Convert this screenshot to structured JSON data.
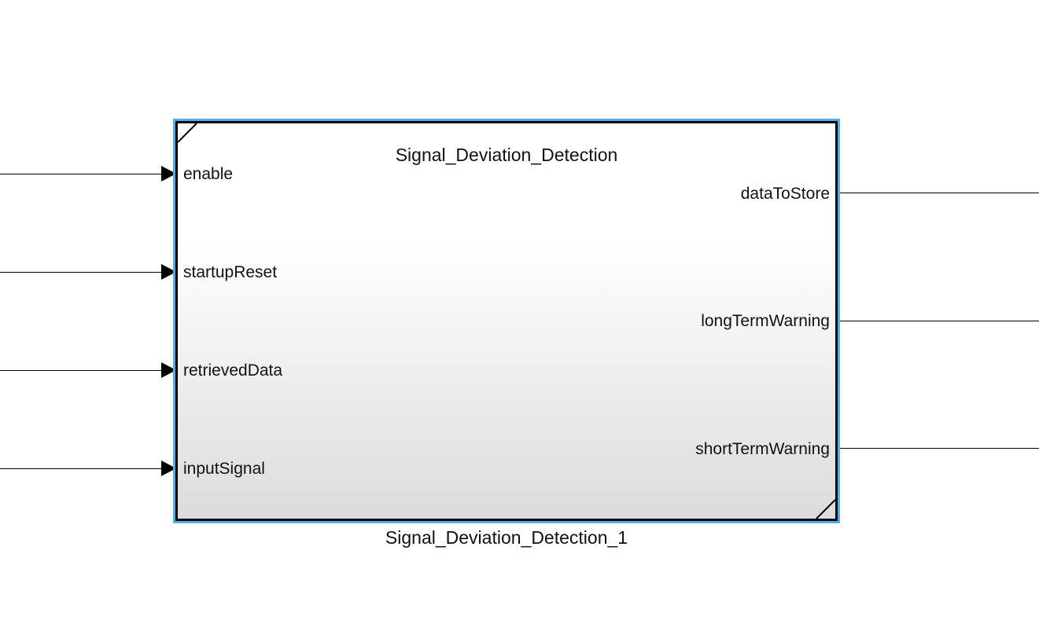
{
  "block": {
    "title": "Signal_Deviation_Detection",
    "name": "Signal_Deviation_Detection_1",
    "selection_color": "#4fb0ea",
    "border_color": "#000000"
  },
  "inputs": [
    {
      "label": "enable"
    },
    {
      "label": "startupReset"
    },
    {
      "label": "retrievedData"
    },
    {
      "label": "inputSignal"
    }
  ],
  "outputs": [
    {
      "label": "dataToStore"
    },
    {
      "label": "longTermWarning"
    },
    {
      "label": "shortTermWarning"
    }
  ]
}
